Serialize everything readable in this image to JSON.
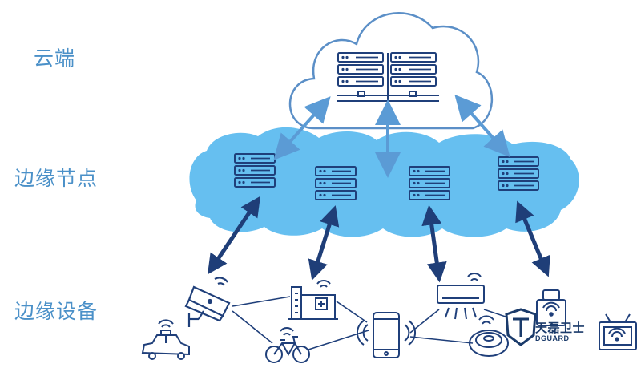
{
  "labels": {
    "cloud": "云端",
    "edge_nodes": "边缘节点",
    "edge_devices": "边缘设备"
  },
  "watermark": {
    "logo_text": "天磊卫士",
    "logo_sub": "DGUARD"
  },
  "colors": {
    "label": "#4a90c8",
    "cloud_fill": "#ffffff",
    "cloud_stroke": "#5b8fc7",
    "edge_cloud_fill": "#66bff0",
    "server_stroke": "#1f3f7a",
    "arrow_light": "#5b9bd5",
    "arrow_dark": "#1f3e78",
    "device_stroke": "#1f3f7a"
  },
  "icons": {
    "cloud_servers": "server-rack-icon",
    "edge_servers": "server-icon",
    "devices": [
      "cctv-camera-icon",
      "taxi-icon",
      "factory-icon",
      "bicycle-icon",
      "smartphone-icon",
      "air-conditioner-icon",
      "robot-vacuum-icon",
      "smart-lock-icon",
      "smart-tv-icon"
    ]
  }
}
